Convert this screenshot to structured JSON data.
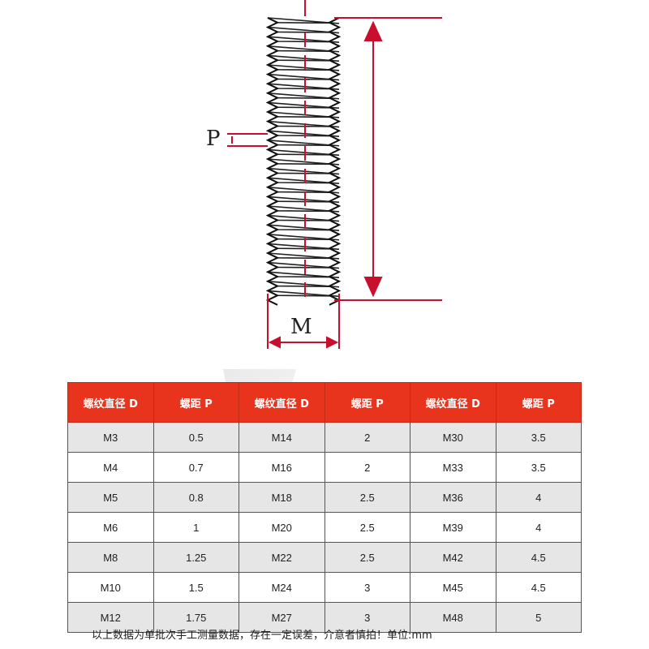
{
  "diagram": {
    "pitch_label": "P",
    "diameter_label": "M"
  },
  "table": {
    "headers": [
      "螺纹直径 D",
      "螺距 P",
      "螺纹直径 D",
      "螺距 P",
      "螺纹直径 D",
      "螺距 P"
    ],
    "rows": [
      [
        "M3",
        "0.5",
        "M14",
        "2",
        "M30",
        "3.5"
      ],
      [
        "M4",
        "0.7",
        "M16",
        "2",
        "M33",
        "3.5"
      ],
      [
        "M5",
        "0.8",
        "M18",
        "2.5",
        "M36",
        "4"
      ],
      [
        "M6",
        "1",
        "M20",
        "2.5",
        "M39",
        "4"
      ],
      [
        "M8",
        "1.25",
        "M22",
        "2.5",
        "M42",
        "4.5"
      ],
      [
        "M10",
        "1.5",
        "M24",
        "3",
        "M45",
        "4.5"
      ],
      [
        "M12",
        "1.75",
        "M27",
        "3",
        "M48",
        "5"
      ]
    ]
  },
  "note": "以上数据为单批次手工测量数据，存在一定误差，介意者慎拍！单位:mm",
  "colors": {
    "header_bg": "#e8331d",
    "dimension_line": "#c8102e"
  }
}
